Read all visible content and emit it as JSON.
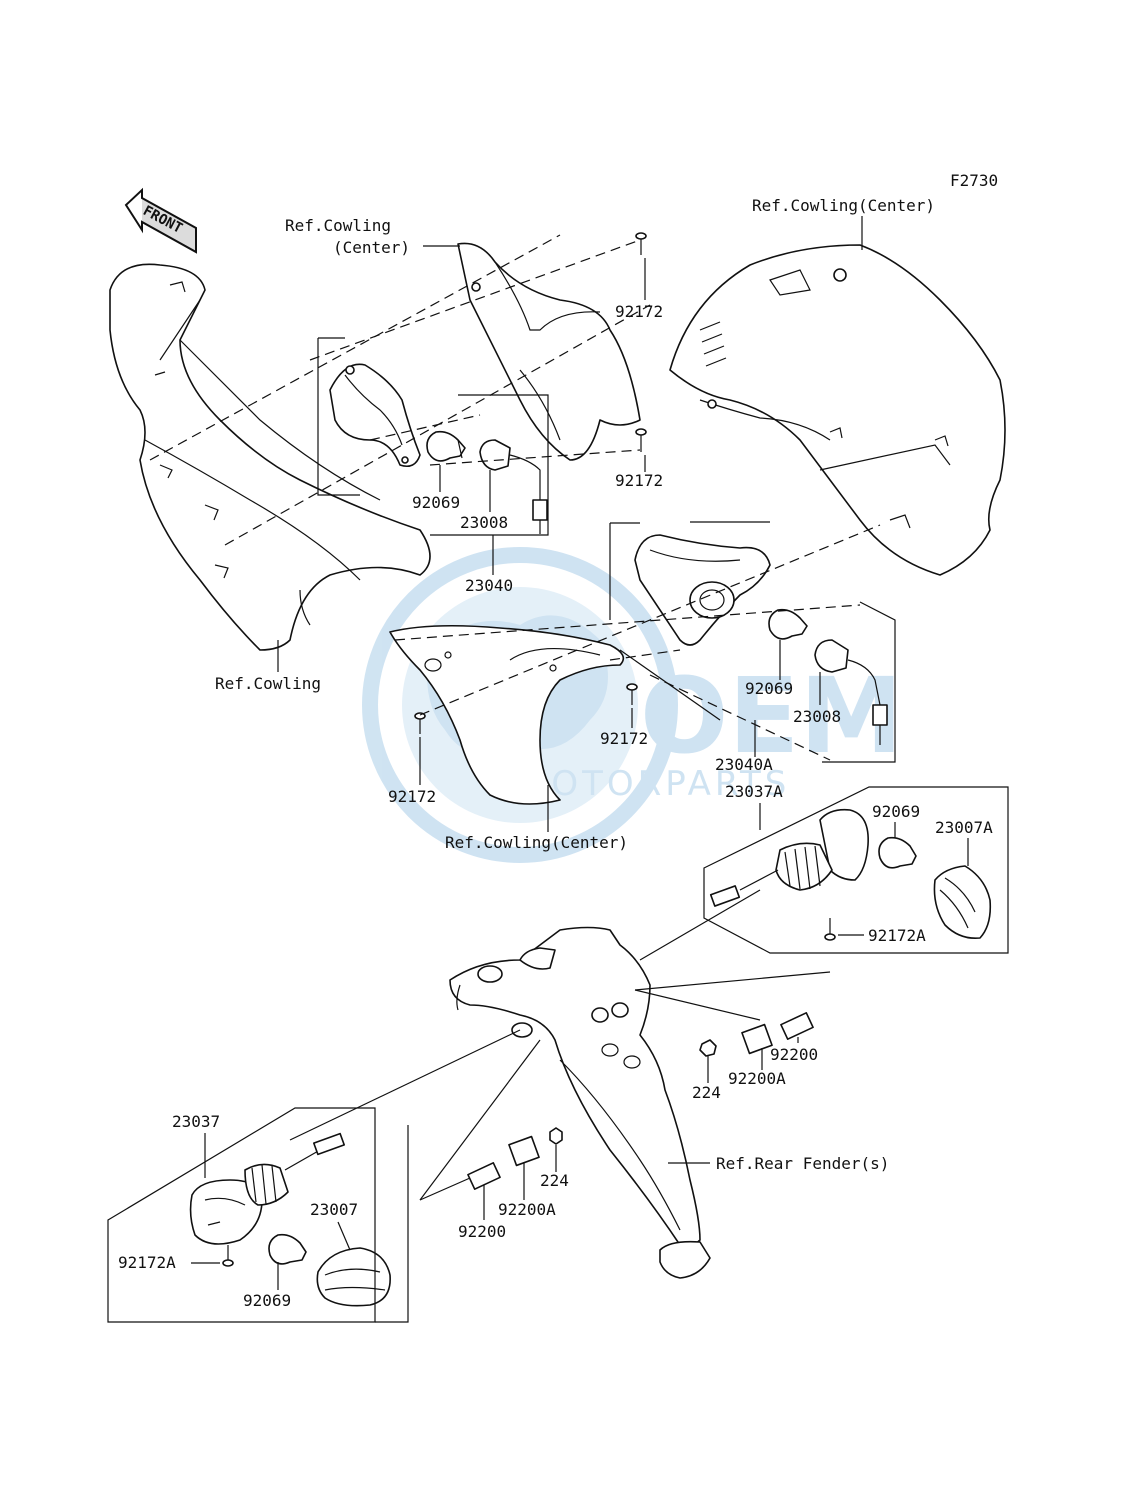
{
  "figure_code": "F2730",
  "front_arrow_label": "FRONT",
  "labels": {
    "ref_cowling_center_left_1": "Ref.Cowling",
    "ref_cowling_center_left_2": "(Center)",
    "ref_cowling_center_right": "Ref.Cowling(Center)",
    "ref_cowling": "Ref.Cowling",
    "ref_cowling_center_lower": "Ref.Cowling(Center)",
    "ref_rear_fender": "Ref.Rear Fender(s)"
  },
  "part_numbers": {
    "p92172_a": "92172",
    "p92172_b": "92172",
    "p92069_a": "92069",
    "p23008_a": "23008",
    "p23040": "23040",
    "p92069_b": "92069",
    "p23008_b": "23008",
    "p92172_c": "92172",
    "p92172_d": "92172",
    "p23040A": "23040A",
    "p23037A": "23037A",
    "p92069_c": "92069",
    "p23007A": "23007A",
    "p92172A_a": "92172A",
    "p92200_a": "92200",
    "p92200A_a": "92200A",
    "p224_a": "224",
    "p23037": "23037",
    "p224_b": "224",
    "p92200A_b": "92200A",
    "p92200_b": "92200",
    "p23007": "23007",
    "p92172A_b": "92172A",
    "p92069_d": "92069"
  },
  "watermark": {
    "main": "OEM",
    "sub": "MOTORPARTS"
  },
  "colors": {
    "line": "#111111",
    "watermark": "#a9cde8"
  }
}
